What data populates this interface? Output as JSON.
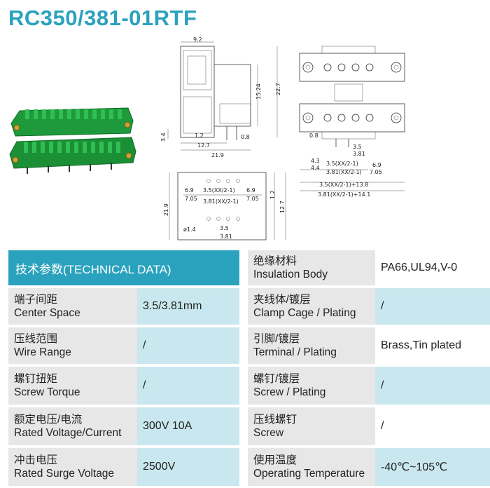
{
  "title": "RC350/381-01RTF",
  "drawing_labels": {
    "side": [
      "9.2",
      "22.7",
      "15.24",
      "3.4",
      "1.2",
      "0.8",
      "12.7",
      "21.9"
    ],
    "front": [
      "0.8",
      "3.5",
      "3.81",
      "4.3",
      "4.4",
      "3.5(XX/2-1)",
      "3.81(XX/2-1)",
      "6.9",
      "7.05",
      "3.5(XX/2-1)+13.8",
      "3.81(XX/2-1)+14.1"
    ],
    "pcb": [
      "6.9",
      "7.05",
      "3.5(XX/2-1)",
      "3.81(XX/2-1)",
      "6.9",
      "7.05",
      "21.9",
      "1.2",
      "12.7",
      "ø1.4",
      "3.5",
      "3.81"
    ]
  },
  "table": {
    "header": "技术参数(TECHNICAL DATA)",
    "left_rows": [
      {
        "zh": "端子间距",
        "en": "Center Space",
        "value": "3.5/3.81mm"
      },
      {
        "zh": "压线范围",
        "en": "Wire Range",
        "value": "/"
      },
      {
        "zh": "螺钉扭矩",
        "en": "Screw Torque",
        "value": "/"
      },
      {
        "zh": "额定电压/电流",
        "en": "Rated Voltage/Current",
        "value": "300V 10A"
      },
      {
        "zh": "冲击电压",
        "en": "Rated Surge Voltage",
        "value": "2500V"
      }
    ],
    "right_rows": [
      {
        "zh": "绝缘材料",
        "en": "Insulation Body",
        "value": "PA66,UL94,V-0"
      },
      {
        "zh": "夹线体/镀层",
        "en": "Clamp Cage / Plating",
        "value": "/"
      },
      {
        "zh": "引脚/镀层",
        "en": "Terminal / Plating",
        "value": "Brass,Tin plated"
      },
      {
        "zh": "螺钉/镀层",
        "en": "Screw / Plating",
        "value": "/"
      },
      {
        "zh": "压线螺钉",
        "en": "Screw",
        "value": "/"
      },
      {
        "zh": "使用温度",
        "en": "Operating Temperature",
        "value": "-40℃~105℃"
      }
    ]
  }
}
